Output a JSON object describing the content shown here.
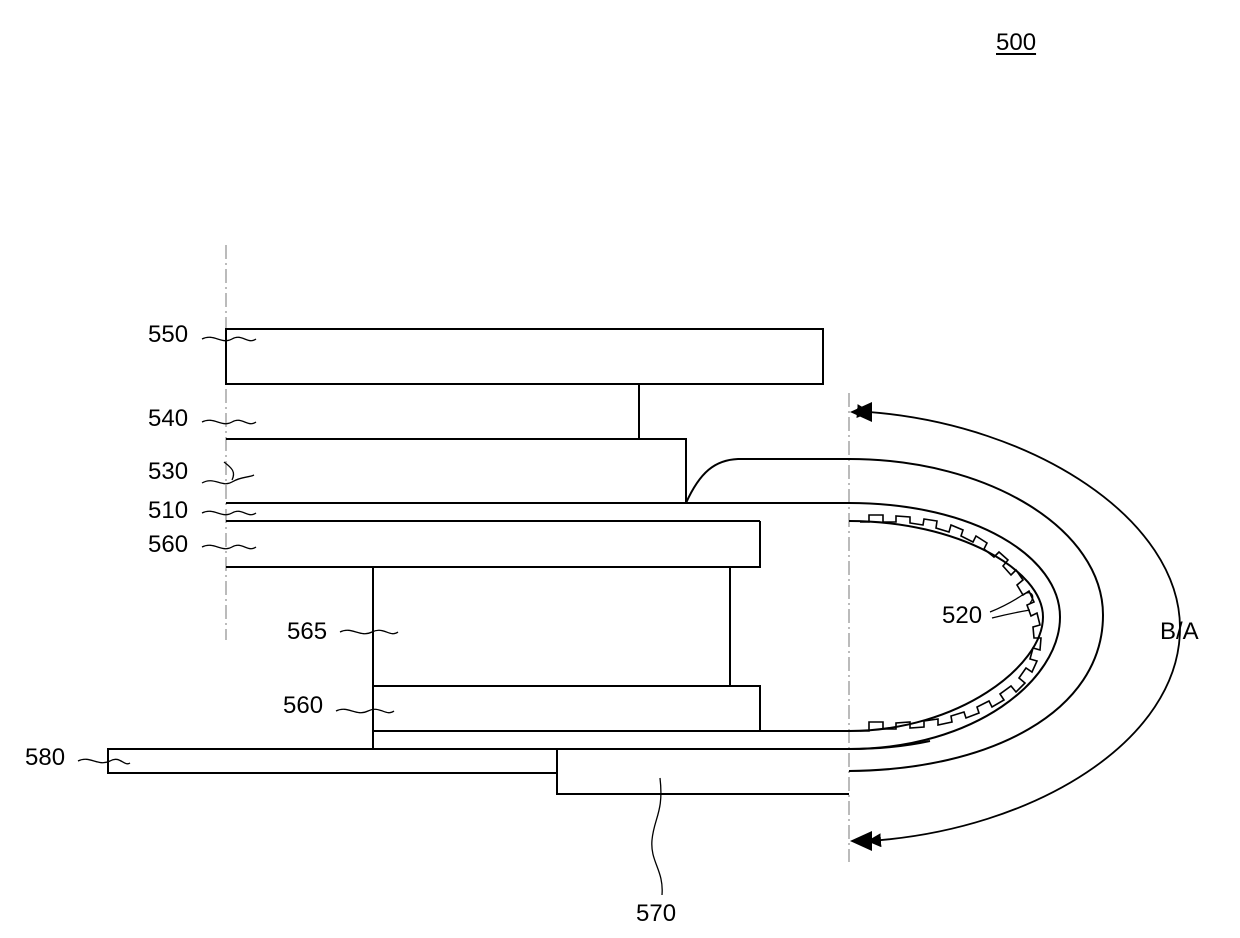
{
  "figure": {
    "number": "500"
  },
  "labels": {
    "l550": "550",
    "l540": "540",
    "l530": "530",
    "l510": "510",
    "l560_top": "560",
    "l565": "565",
    "l560_bottom": "560",
    "l580": "580",
    "l520": "520",
    "l570": "570",
    "bending_area": "B/A"
  },
  "colors": {
    "stroke": "#000000",
    "centerline": "#777777",
    "background": "#ffffff"
  }
}
